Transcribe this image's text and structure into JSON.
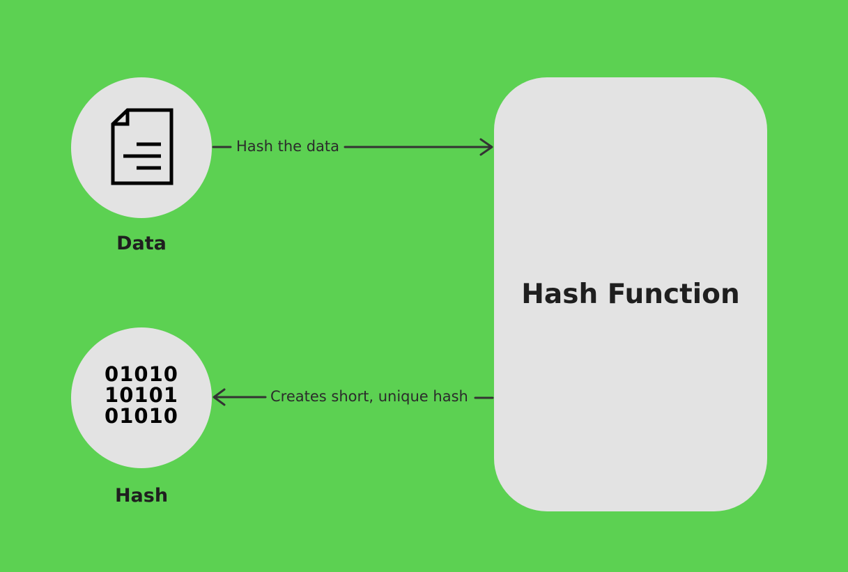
{
  "nodes": {
    "data": {
      "label": "Data",
      "icon": "document-icon"
    },
    "hash": {
      "label": "Hash",
      "icon": "binary-icon",
      "binary_lines": [
        "01010",
        "10101",
        "01010"
      ]
    },
    "hash_function": {
      "label": "Hash Function"
    }
  },
  "edges": [
    {
      "label": "Hash the data",
      "from": "Data",
      "to": "Hash Function"
    },
    {
      "label": "Creates short, unique hash",
      "from": "Hash Function",
      "to": "Hash"
    }
  ],
  "colors": {
    "background": "#5cd152",
    "node_fill": "#e3e3e3",
    "text": "#1f1f1f",
    "edge": "#333333"
  }
}
